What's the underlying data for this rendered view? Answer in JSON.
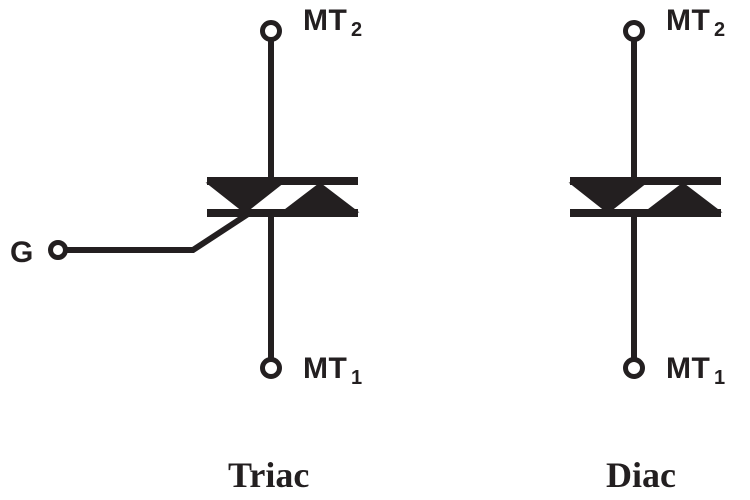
{
  "page": {
    "background_color": "#ffffff",
    "ink_color": "#231f20"
  },
  "devices": [
    {
      "id": "triac",
      "caption": "Triac",
      "terminals": {
        "top_label_main": "MT",
        "top_label_sub": "2",
        "bottom_label_main": "MT",
        "bottom_label_sub": "1",
        "gate_label": "G"
      },
      "has_gate": true,
      "symbol_name": "bidirectional-triode-thyristor"
    },
    {
      "id": "diac",
      "caption": "Diac",
      "terminals": {
        "top_label_main": "MT",
        "top_label_sub": "2",
        "bottom_label_main": "MT",
        "bottom_label_sub": "1",
        "gate_label": ""
      },
      "has_gate": false,
      "symbol_name": "bidirectional-trigger-diode"
    }
  ]
}
